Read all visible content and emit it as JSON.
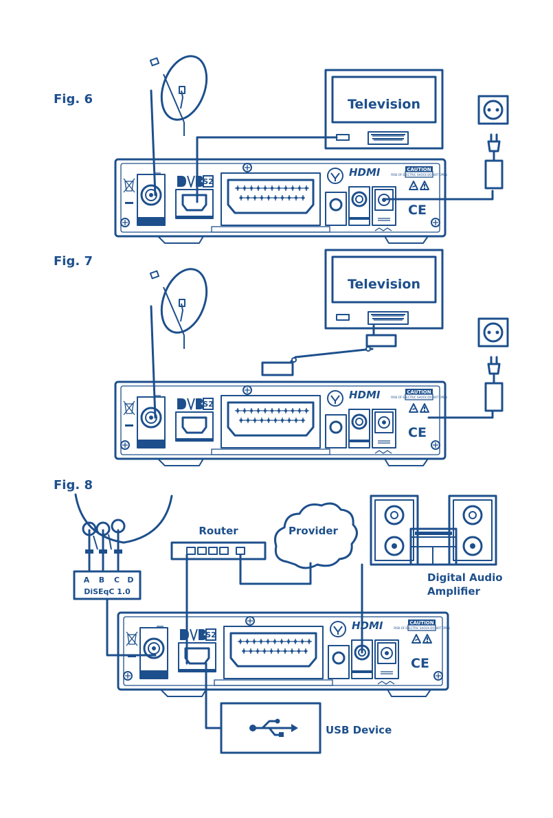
{
  "colors": {
    "primary": "#1d4f8c",
    "background": "#ffffff"
  },
  "figures": [
    {
      "id": "fig6",
      "title": "Fig. 6",
      "tv_label": "Television"
    },
    {
      "id": "fig7",
      "title": "Fig. 7",
      "tv_label": "Television"
    },
    {
      "id": "fig8",
      "title": "Fig. 8"
    }
  ],
  "receiver": {
    "dvb_logo": "DVB",
    "dvb_s2": "S2",
    "hdmi_logo": "HDMI",
    "caution": "CAUTION",
    "caution_sub": "RISK OF ELECTRIC SHOCK DO NOT OPEN",
    "ce_mark": "CE"
  },
  "fig8": {
    "router_label": "Router",
    "provider_label": "Provider",
    "amplifier_label_line1": "Digital Audio",
    "amplifier_label_line2": "Amplifier",
    "diseqc_ports": [
      "A",
      "B",
      "C",
      "D"
    ],
    "diseqc_label": "DiSEqC 1.0",
    "usb_device_label": "USB Device"
  },
  "icons": [
    "satellite-dish-icon",
    "power-socket-icon",
    "power-plug-icon",
    "usb-icon",
    "cloud-icon",
    "speaker-icon"
  ]
}
